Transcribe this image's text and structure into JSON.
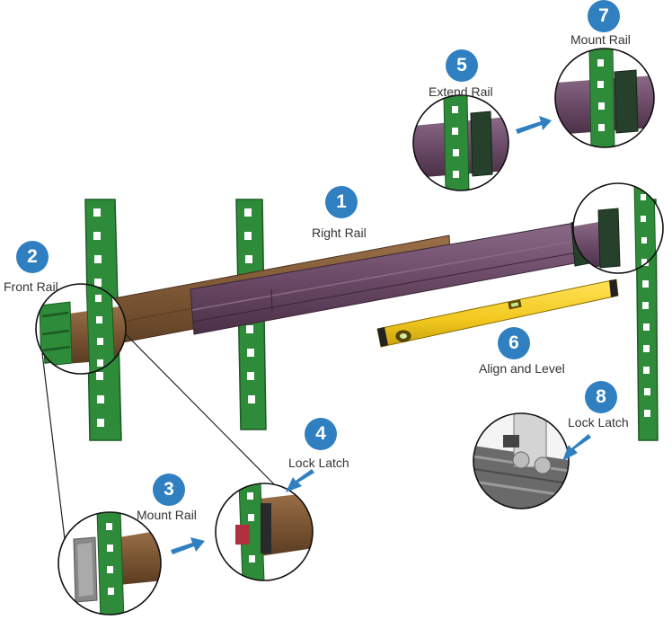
{
  "colors": {
    "step_badge": "#2f7fc1",
    "rack_post": "#2e8b3a",
    "rack_post_edge": "#1a5a22",
    "rail_outer": "#7a5533",
    "rail_inner": "#6a4a66",
    "level_body": "#f2c81e",
    "arrow": "#2f7fc1"
  },
  "steps": [
    {
      "num": "1",
      "label": "Right Rail"
    },
    {
      "num": "2",
      "label": "Front Rail"
    },
    {
      "num": "3",
      "label": "Mount Rail"
    },
    {
      "num": "4",
      "label": "Lock Latch"
    },
    {
      "num": "5",
      "label": "Extend Rail"
    },
    {
      "num": "6",
      "label": "Align and Level"
    },
    {
      "num": "7",
      "label": "Mount Rail"
    },
    {
      "num": "8",
      "label": "Lock Latch"
    }
  ]
}
